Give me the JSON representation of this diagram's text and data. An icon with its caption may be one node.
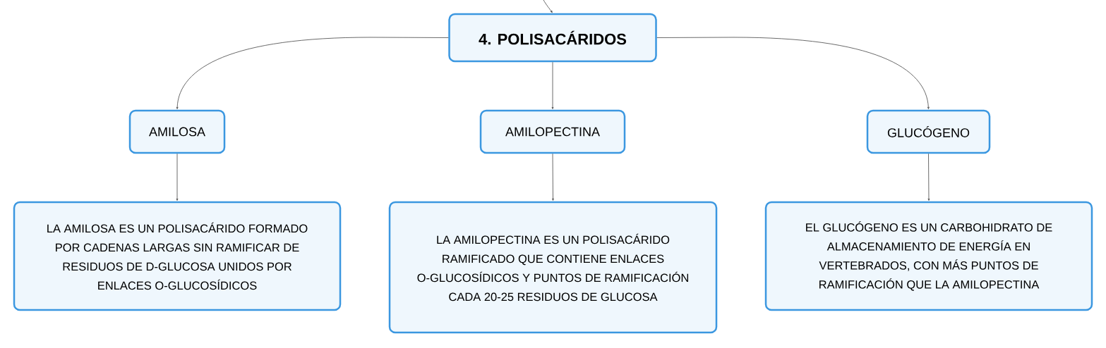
{
  "diagram": {
    "nodes": [
      {
        "text": [
          "4. POLISACÁRIDOS"
        ]
      },
      {
        "text": [
          "AMILOSA"
        ]
      },
      {
        "text": [
          "AMILOPECTINA"
        ]
      },
      {
        "text": [
          "GLUCÓGENO"
        ]
      },
      {
        "text": [
          "LA AMILOSA ES UN POLISACÁRIDO FORMADO POR CADENAS LARGAS SIN RAMIFICAR DE RESIDUOS DE D-GLUCOSA UNIDOS POR ENLACES O-GLUCOSÍDICOS"
        ]
      },
      {
        "text": [
          "LA AMILOPECTINA ES UN POLISACÁRIDO RAMIFICADO QUE CONTIENE ENLACES O-GLUCOSÍDICOS Y PUNTOS DE RAMIFICACIÓN CADA 20-25 RESIDUOS DE GLUCOSA"
        ]
      },
      {
        "text": [
          "EL GLUCÓGENO ES UN CARBOHIDRATO DE ALMACENAMIENTO DE ENERGÍA EN VERTEBRADOS, CON MÁS PUNTOS DE RAMIFICACIÓN QUE LA AMILOPECTINA"
        ]
      }
    ],
    "edges": [
      {
        "from": null,
        "to": 0,
        "arrow": "to"
      },
      {
        "from": 0,
        "to": 1,
        "arrow": "to"
      },
      {
        "from": 0,
        "to": 2,
        "arrow": "to"
      },
      {
        "from": 0,
        "to": 3,
        "arrow": "to"
      },
      {
        "from": 1,
        "to": 4,
        "arrow": "to"
      },
      {
        "from": 2,
        "to": 5,
        "arrow": "to"
      },
      {
        "from": 3,
        "to": 6,
        "arrow": "to"
      }
    ]
  }
}
